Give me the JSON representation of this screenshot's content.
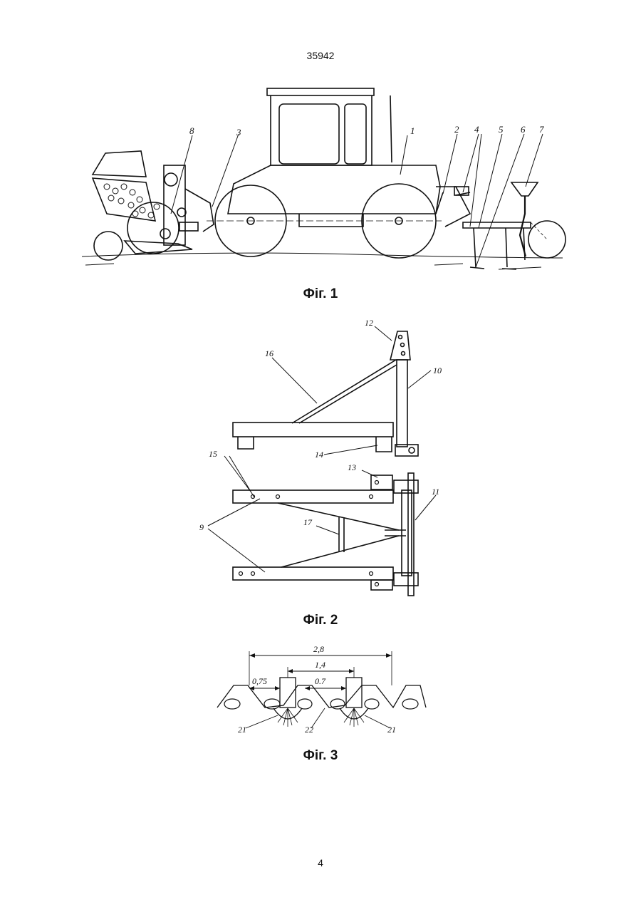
{
  "page": {
    "number_top": "35942",
    "number_bottom": "4"
  },
  "fig1": {
    "caption": "Фіг. 1",
    "labels": [
      "1",
      "2",
      "3",
      "4",
      "5",
      "6",
      "7",
      "8"
    ]
  },
  "fig2": {
    "caption": "Фіг. 2",
    "labels": [
      "9",
      "10",
      "11",
      "12",
      "13",
      "14",
      "15",
      "16",
      "17"
    ]
  },
  "fig3": {
    "caption": "Фіг. 3",
    "dims": [
      "2,8",
      "1,4",
      "0,75",
      "0.7"
    ],
    "labels": [
      "21",
      "22",
      "21"
    ]
  }
}
